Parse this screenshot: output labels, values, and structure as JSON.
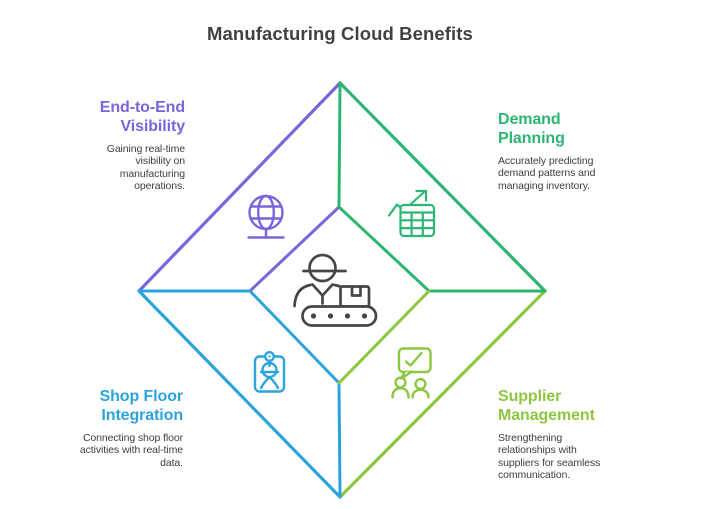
{
  "title": "Manufacturing Cloud Benefits",
  "colors": {
    "purple": "#7C64DB",
    "green": "#2DB673",
    "blue": "#2BA4DC",
    "lime": "#8DC63F",
    "icon_dark": "#464646",
    "title_text": "#414141",
    "body_text": "#3E3E3E",
    "background": "#FFFFFF"
  },
  "center": {
    "icon": "conveyor-worker-icon"
  },
  "quadrants": [
    {
      "position": "top-left",
      "heading": "End-to-End\nVisibility",
      "body": "Gaining real-time\nvisibility on\nmanufacturing\noperations.",
      "icon": "globe-stand-icon",
      "accent": "#7C64DB"
    },
    {
      "position": "top-right",
      "heading": "Demand\nPlanning",
      "body": "Accurately predicting\ndemand patterns and\nmanaging inventory.",
      "icon": "trend-table-icon",
      "accent": "#2DB673"
    },
    {
      "position": "bottom-left",
      "heading": "Shop Floor\nIntegration",
      "body": "Connecting shop floor\nactivities with real-time\ndata.",
      "icon": "worker-badge-icon",
      "accent": "#2BA4DC"
    },
    {
      "position": "bottom-right",
      "heading": "Supplier\nManagement",
      "body": "Strengthening\nrelationships with\nsuppliers for seamless\ncommunication.",
      "icon": "suppliers-approval-icon",
      "accent": "#8DC63F"
    }
  ]
}
